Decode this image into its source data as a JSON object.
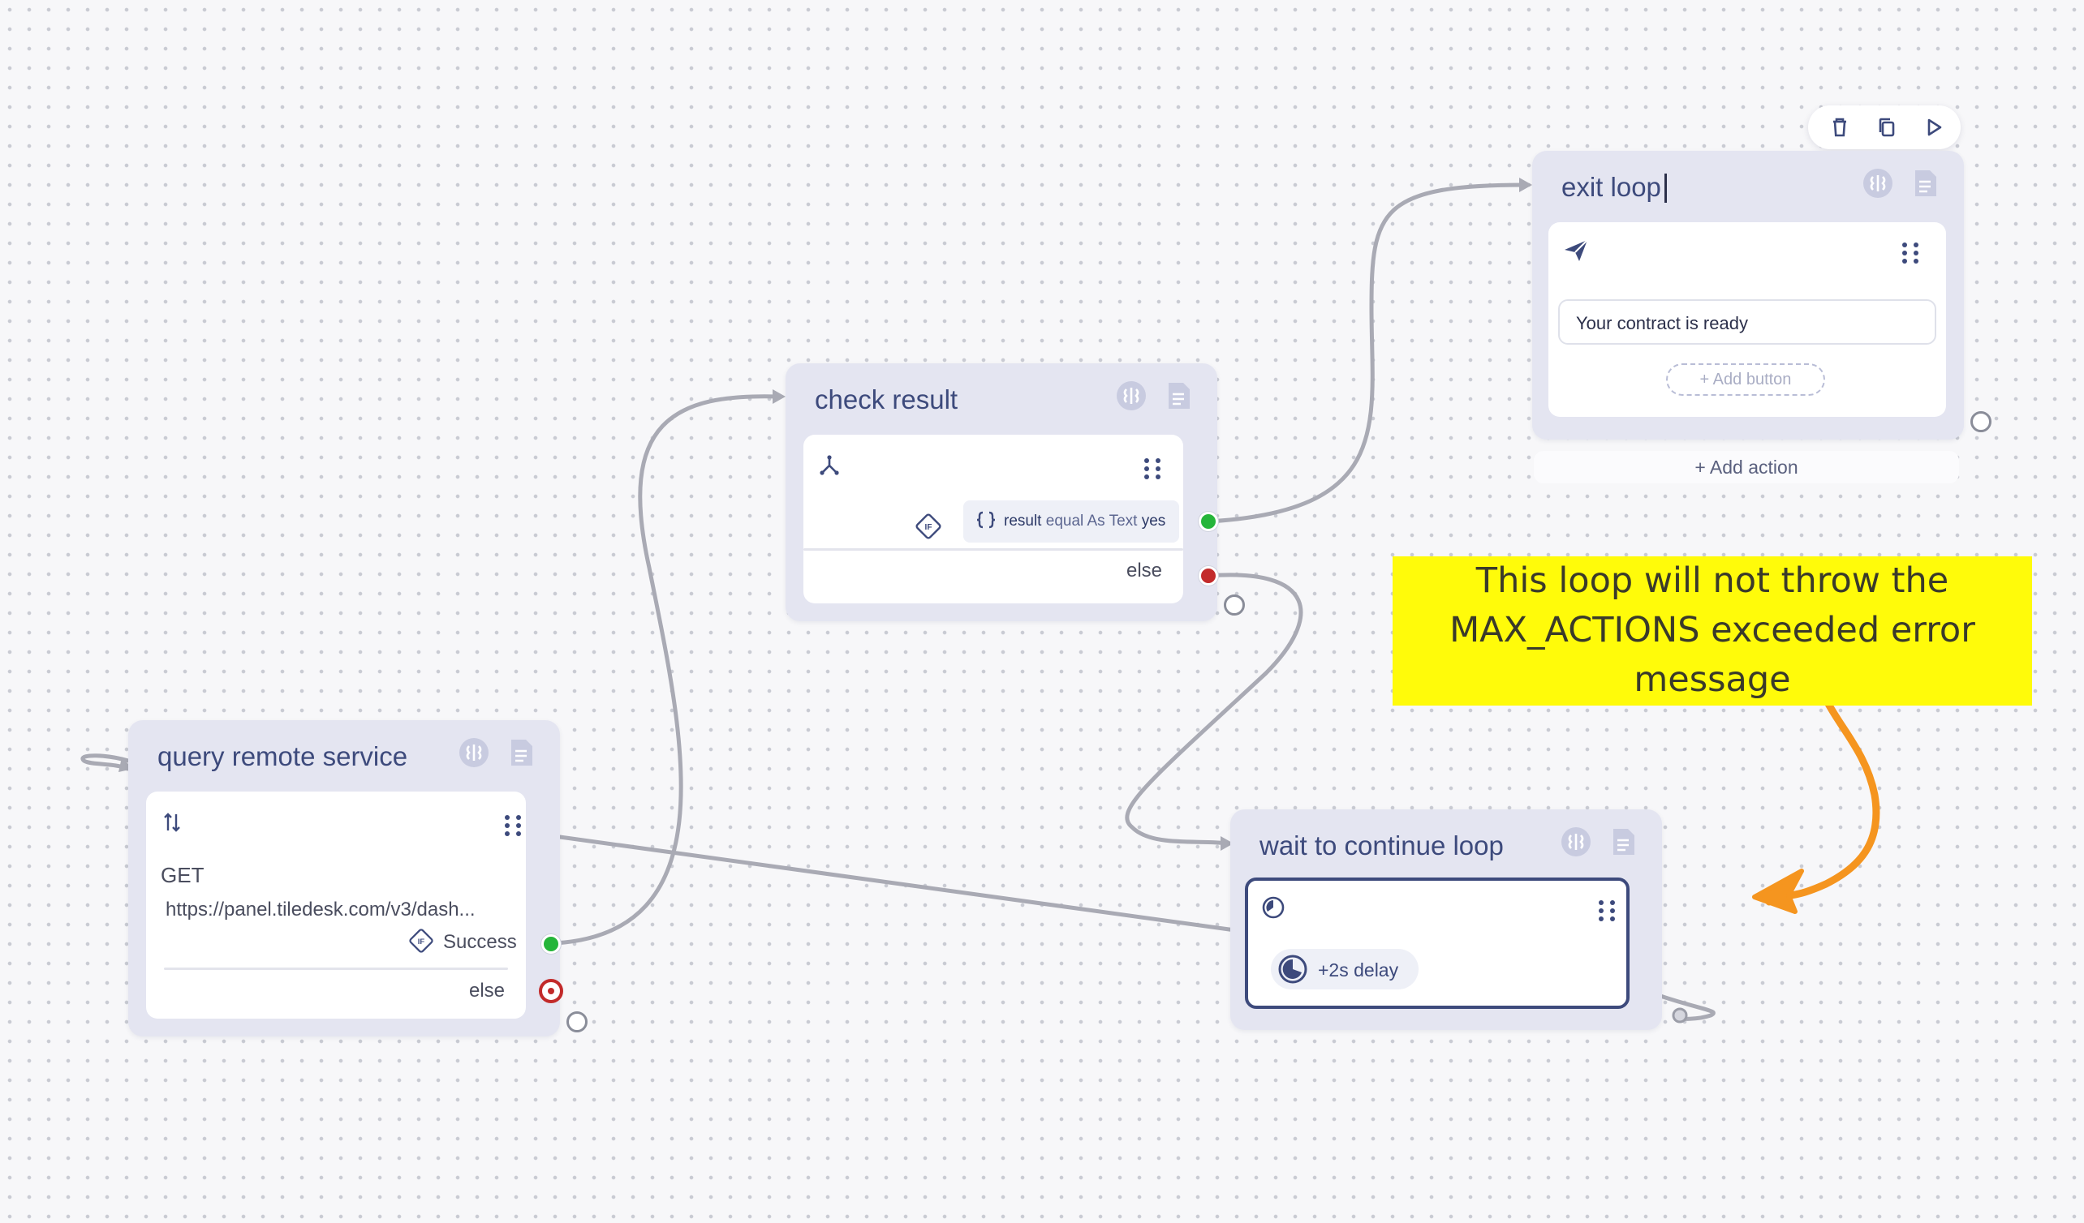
{
  "toolbar": {
    "delete_icon": "trash-icon",
    "copy_icon": "copy-icon",
    "play_icon": "play-icon"
  },
  "blocks": {
    "exit_loop": {
      "title": "exit loop",
      "action_icon": "send-icon",
      "message_text": "Your contract is ready",
      "add_button_label": "+ Add button",
      "add_action_label": "+ Add action"
    },
    "check_result": {
      "title": "check result",
      "action_icon": "condition-icon",
      "condition_left": "result",
      "condition_op": "equal As Text",
      "condition_right": "yes",
      "else_label": "else"
    },
    "query_remote_service": {
      "title": "query remote service",
      "action_icon": "webrequest-icon",
      "method": "GET",
      "url": "https://panel.tiledesk.com/v3/dash...",
      "success_label": "Success",
      "else_label": "else"
    },
    "wait_to_continue_loop": {
      "title": "wait to continue loop",
      "action_icon": "clock-icon",
      "delay_label": "+2s delay"
    }
  },
  "note": {
    "line1": "This loop will not throw the",
    "line2": "MAX_ACTIONS exceeded error",
    "line3": "message",
    "background": "#fffb0a",
    "arrow_color": "#f5951f"
  },
  "colors": {
    "success_port": "#25b53a",
    "else_port": "#c32b2b",
    "connector": "#a9aab4",
    "block_bg": "#e4e5f1",
    "title": "#3d4a7c"
  }
}
